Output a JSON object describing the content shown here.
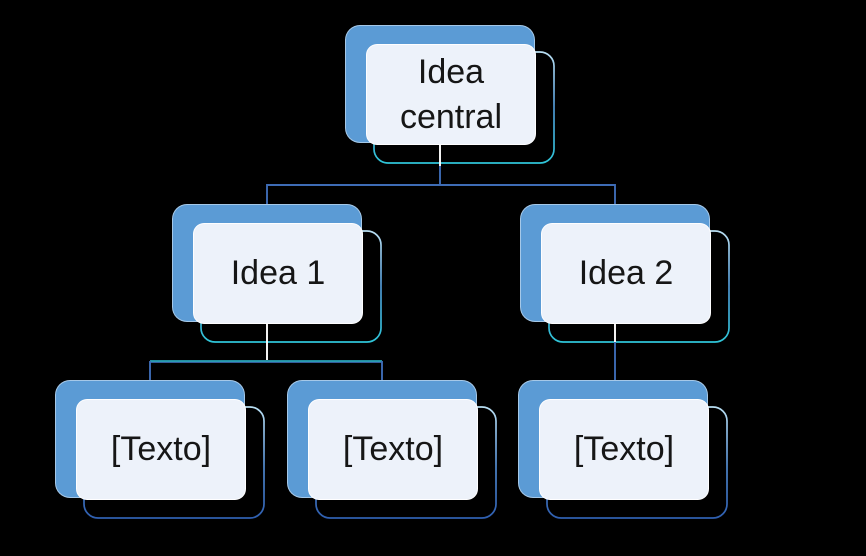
{
  "diagram": {
    "type": "hierarchy",
    "nodes": [
      {
        "id": "central",
        "label": "Idea central",
        "level": 1
      },
      {
        "id": "idea-1",
        "label": "Idea 1",
        "level": 2
      },
      {
        "id": "idea-2",
        "label": "Idea 2",
        "level": 2
      },
      {
        "id": "texto-1",
        "label": "[Texto]",
        "level": 3
      },
      {
        "id": "texto-2",
        "label": "[Texto]",
        "level": 3
      },
      {
        "id": "texto-3",
        "label": "[Texto]",
        "level": 3
      }
    ],
    "edges": [
      {
        "from": "central",
        "to": "idea-1"
      },
      {
        "from": "central",
        "to": "idea-2"
      },
      {
        "from": "idea-1",
        "to": "texto-1"
      },
      {
        "from": "idea-1",
        "to": "texto-2"
      },
      {
        "from": "idea-2",
        "to": "texto-3"
      }
    ],
    "colors": {
      "canvas_bg": "#000000",
      "shape_fill": "#5B9BD5",
      "panel_fill": "#EDF2FA",
      "text": "#161616",
      "connector_blue": "#3E6CB5",
      "connector_cyan": "#2FBFD6",
      "connector_white": "#FFFFFF",
      "outline_top": "#B9DFF3",
      "outline_mid_upper": "#4E95D1",
      "outline_bottom_upper": "#2FC5D8",
      "outline_mid_lower": "#4E87CC",
      "outline_bottom_lower": "#2F5FB0"
    }
  }
}
